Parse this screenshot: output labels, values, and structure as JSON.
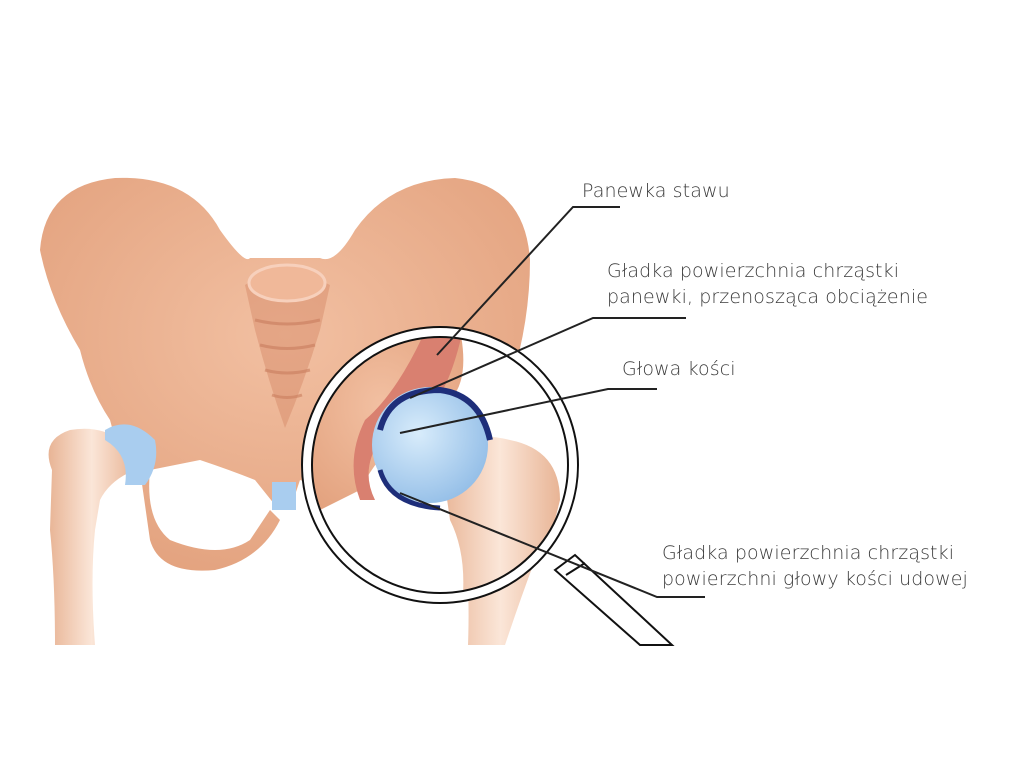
{
  "diagram": {
    "subject": "Hip joint anatomy (pelvis with magnified hip joint)",
    "colors": {
      "bone": "#e8a883",
      "bone_light": "#f6d3bd",
      "acetabulum": "#d98070",
      "cartilage": "#a9cdef",
      "cartilage_dark": "#1e2e7a",
      "leader_line": "#222222",
      "text": "#3a3a3a"
    },
    "labels": [
      {
        "id": "acetabulum",
        "lines": [
          "Panewka stawu"
        ]
      },
      {
        "id": "acetabular-cartilage",
        "lines": [
          "Gładka powierzchnia chrząstki",
          "panewki, przenosząca obciążenie"
        ]
      },
      {
        "id": "femoral-head",
        "lines": [
          "Głowa kości"
        ]
      },
      {
        "id": "femoral-head-cartilage",
        "lines": [
          "Gładka powierzchnia chrząstki",
          "powierzchni głowy kości udowej"
        ]
      }
    ]
  }
}
